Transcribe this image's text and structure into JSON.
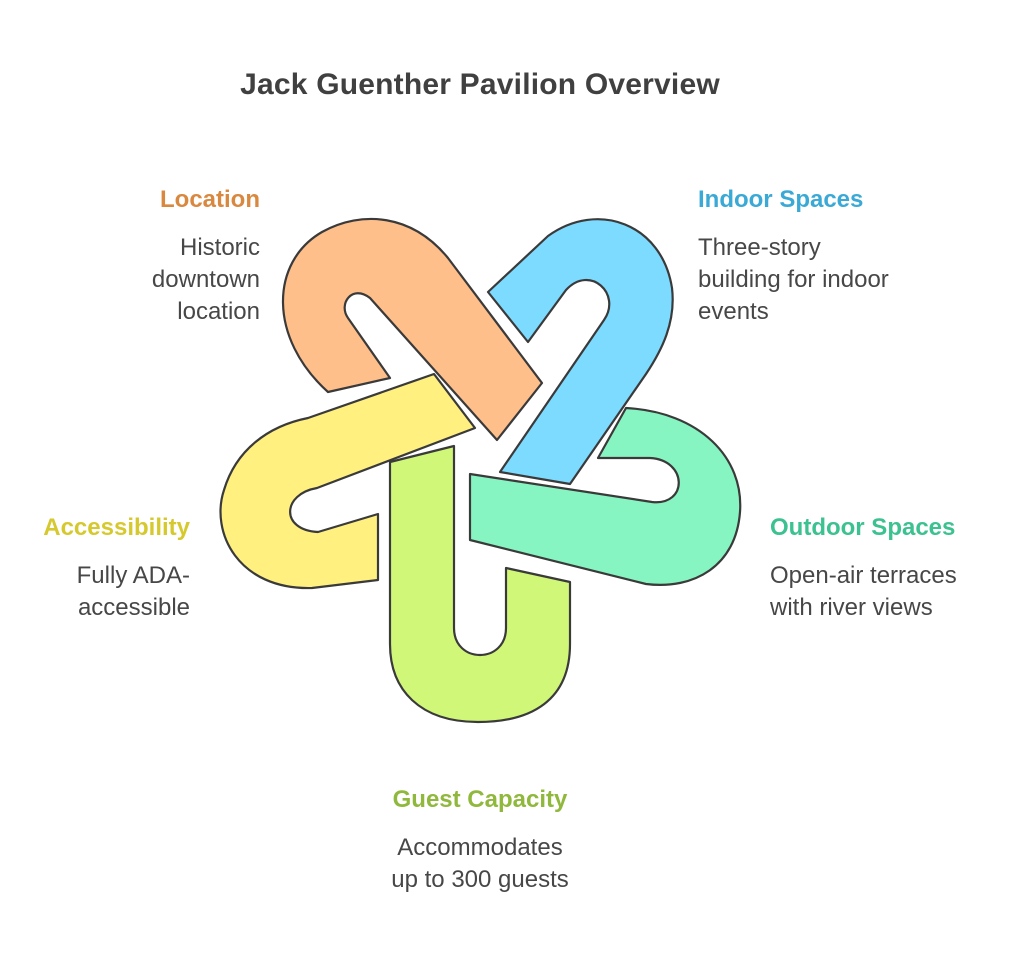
{
  "title": "Jack Guenther Pavilion Overview",
  "items": {
    "location": {
      "title": "Location",
      "description": [
        "Historic",
        "downtown",
        "location"
      ],
      "color": "#D9883F",
      "fill": "#FFBF8A"
    },
    "indoor": {
      "title": "Indoor Spaces",
      "description": [
        "Three-story",
        "building for indoor",
        "events"
      ],
      "color": "#3AA9D6",
      "fill": "#7DDBFF"
    },
    "outdoor": {
      "title": "Outdoor Spaces",
      "description": [
        "Open-air terraces",
        "with river views"
      ],
      "color": "#3CC190",
      "fill": "#87F5C2"
    },
    "guest": {
      "title": "Guest Capacity",
      "description": [
        "Accommodates",
        "up to 300 guests"
      ],
      "color": "#90B83C",
      "fill": "#D1F779"
    },
    "accessibility": {
      "title": "Accessibility",
      "description": [
        "Fully ADA-",
        "accessible"
      ],
      "color": "#D6C92E",
      "fill": "#FFF080"
    }
  }
}
